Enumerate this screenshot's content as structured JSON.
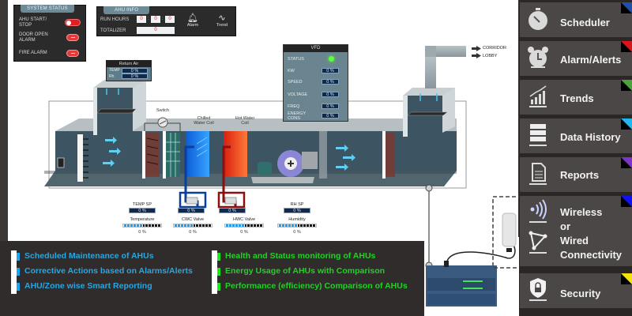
{
  "system_status": {
    "title": "System Status",
    "items": [
      {
        "label_line1": "AHU Start/",
        "label_line2": "Stop",
        "control": "toggle",
        "state": "on"
      },
      {
        "label_line1": "Door Open",
        "label_line2": "Alarm",
        "control": "indicator",
        "state": "alarm"
      },
      {
        "label_line1": "Fire Alarm",
        "label_line2": "",
        "control": "indicator",
        "state": "alarm"
      }
    ]
  },
  "ahu_info": {
    "title": "AHU Info",
    "run_hours_label": "Run Hours",
    "run_hours_values": [
      "0",
      "0",
      "0"
    ],
    "run_hours_separator": ":",
    "totalizer_label": "Totalizer",
    "totalizer_value": "0",
    "alarm_label": "Alarm",
    "trend_label": "Trend"
  },
  "return_air": {
    "title": "Return Air",
    "temp_label": "Temp",
    "temp_value": "0 %",
    "rh_label": "Rh",
    "rh_value": "0 %"
  },
  "vfd": {
    "title": "VFD",
    "status_label": "Status",
    "status_color": "#5cff3c",
    "rows": [
      {
        "label_line1": "KW",
        "label_line2": "",
        "value": "0 %"
      },
      {
        "label_line1": "Speed",
        "label_line2": "",
        "value": "0 %"
      },
      {
        "label_line1": "Voltage",
        "label_line2": "",
        "value": "0 %"
      },
      {
        "label_line1": "Freq",
        "label_line2": "",
        "value": "0 %"
      },
      {
        "label_line1": "Energy",
        "label_line2": "Cons",
        "value": "0 %"
      }
    ]
  },
  "diagram": {
    "switch_label": "Switch",
    "chilled_coil_line1": "Chilled",
    "chilled_coil_line2": "Water Coil",
    "hot_coil_line1": "Hot Water",
    "hot_coil_line2": "Coil",
    "outputs": [
      "CORRIDOR",
      "LOBBY"
    ]
  },
  "setpoints": [
    {
      "title": "TEMP SP",
      "value": "0 %"
    },
    {
      "title": "RH SP",
      "value": "0 %"
    }
  ],
  "gauges": [
    {
      "title": "Temperature",
      "value_text": "0 %",
      "value": 0
    },
    {
      "title": "CWC Valve",
      "value_text": "0 %",
      "value": 0
    },
    {
      "title": "HWC Valve",
      "value_text": "0 %",
      "value": 0
    },
    {
      "title": "Humidity",
      "value_text": "0 %",
      "value": 0
    }
  ],
  "features_blue": [
    "Scheduled Maintenance of AHUs",
    "Corrective Actions based on Alarms/Alerts",
    "AHU/Zone wise Smart Reporting"
  ],
  "features_green": [
    "Health and Status monitoring of AHUs",
    "Energy Usage of AHUs with Comparison",
    "Performance (efficiency) Comparison of AHUs"
  ],
  "sidebar": {
    "items": [
      {
        "label": "Scheduler",
        "icon": "stopwatch-icon",
        "accent": "#1f4fa8"
      },
      {
        "label": "Alarm/Alerts",
        "icon": "alarm-clock-icon",
        "accent": "#d8151b"
      },
      {
        "label": "Trends",
        "icon": "bar-chart-trend-icon",
        "accent": "#49a23a"
      },
      {
        "label": "Data History",
        "icon": "database-stack-icon",
        "accent": "#22b6ef"
      },
      {
        "label": "Reports",
        "icon": "document-icon",
        "accent": "#7b35c4"
      },
      {
        "label_lines": [
          "Wireless",
          "or",
          "Wired",
          "Connectivity"
        ],
        "icon": "wireless-network-icon",
        "accent": "#1212f0"
      },
      {
        "label": "Security",
        "icon": "shield-lock-icon",
        "accent": "#f4e20c"
      }
    ]
  }
}
